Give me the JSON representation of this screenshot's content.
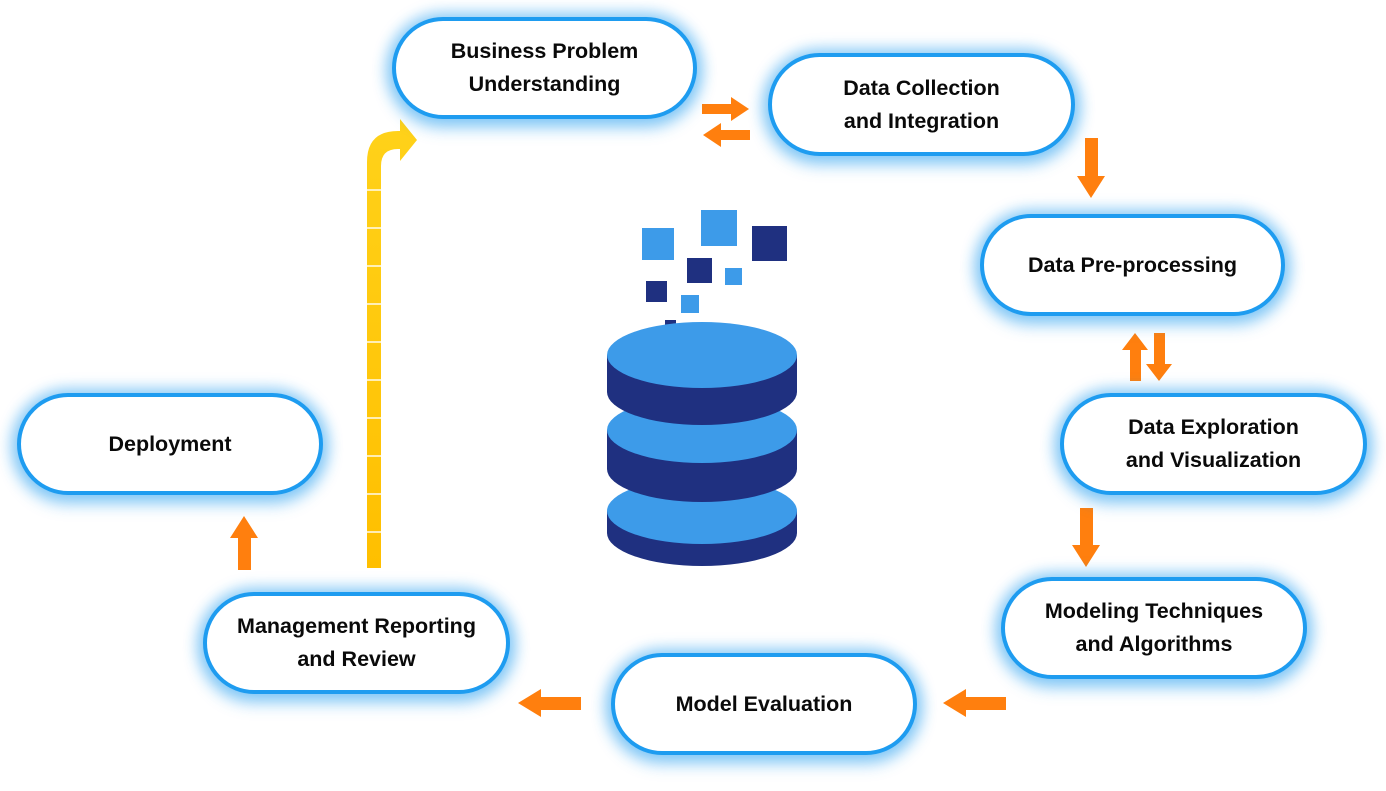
{
  "diagram": {
    "nodes": [
      {
        "id": "business-problem-understanding",
        "label": "Business Problem\nUnderstanding"
      },
      {
        "id": "data-collection-and-integration",
        "label": "Data Collection\nand Integration"
      },
      {
        "id": "data-pre-processing",
        "label": "Data Pre-processing"
      },
      {
        "id": "data-exploration-and-visualization",
        "label": "Data Exploration\nand Visualization"
      },
      {
        "id": "modeling-techniques-and-algorithms",
        "label": "Modeling Techniques\nand Algorithms"
      },
      {
        "id": "model-evaluation",
        "label": "Model Evaluation"
      },
      {
        "id": "management-reporting-and-review",
        "label": "Management Reporting\nand Review"
      },
      {
        "id": "deployment",
        "label": "Deployment"
      }
    ],
    "edges": [
      {
        "from": "business-problem-understanding",
        "to": "data-collection-and-integration",
        "style": "double-arrow"
      },
      {
        "from": "data-collection-and-integration",
        "to": "data-pre-processing",
        "style": "arrow"
      },
      {
        "from": "data-pre-processing",
        "to": "data-exploration-and-visualization",
        "style": "double-arrow"
      },
      {
        "from": "data-exploration-and-visualization",
        "to": "modeling-techniques-and-algorithms",
        "style": "arrow"
      },
      {
        "from": "modeling-techniques-and-algorithms",
        "to": "model-evaluation",
        "style": "arrow"
      },
      {
        "from": "model-evaluation",
        "to": "management-reporting-and-review",
        "style": "arrow"
      },
      {
        "from": "management-reporting-and-review",
        "to": "deployment",
        "style": "arrow"
      },
      {
        "from": "management-reporting-and-review",
        "to": "business-problem-understanding",
        "style": "feedback-arrow"
      }
    ],
    "center_graphic": "database-icon",
    "colors": {
      "node_border": "#1e9cf0",
      "arrow": "#ff7f0e",
      "feedback_arrow": "#ffc20e",
      "db_light": "#3d9be9",
      "db_dark": "#1f3080"
    }
  }
}
